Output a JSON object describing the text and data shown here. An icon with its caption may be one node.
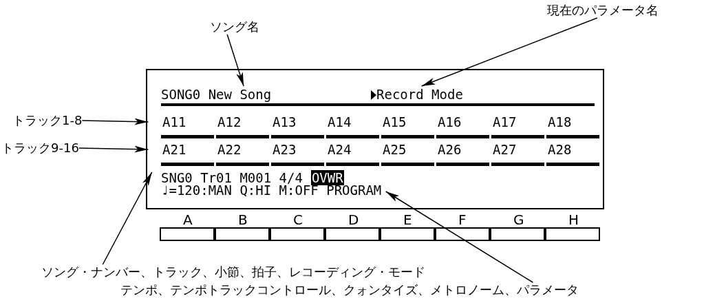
{
  "diagram": {
    "nodes": [
      {
        "text": [
          "ソング名"
        ]
      },
      {
        "text": [
          "現在のパラメータ名"
        ]
      },
      {
        "text": [
          "トラック1-8"
        ]
      },
      {
        "text": [
          "トラック9-16"
        ]
      },
      {
        "text": [],
        "shape": "box"
      },
      {
        "text": [
          "SONG0 New Song"
        ],
        "in": 4
      },
      {
        "text": [
          "Record Mode"
        ],
        "in": 4
      },
      {
        "text": [
          "A11"
        ],
        "in": 4
      },
      {
        "text": [
          "A12"
        ],
        "in": 4
      },
      {
        "text": [
          "A13"
        ],
        "in": 4
      },
      {
        "text": [
          "A14"
        ],
        "in": 4
      },
      {
        "text": [
          "A15"
        ],
        "in": 4
      },
      {
        "text": [
          "A16"
        ],
        "in": 4
      },
      {
        "text": [
          "A17"
        ],
        "in": 4
      },
      {
        "text": [
          "A18"
        ],
        "in": 4
      },
      {
        "text": [
          "A21"
        ],
        "in": 4
      },
      {
        "text": [
          "A22"
        ],
        "in": 4
      },
      {
        "text": [
          "A23"
        ],
        "in": 4
      },
      {
        "text": [
          "A24"
        ],
        "in": 4
      },
      {
        "text": [
          "A25"
        ],
        "in": 4
      },
      {
        "text": [
          "A26"
        ],
        "in": 4
      },
      {
        "text": [
          "A27"
        ],
        "in": 4
      },
      {
        "text": [
          "A28"
        ],
        "in": 4
      },
      {
        "text": [
          "SNG0 Tr01 M001 4/4",
          "OVWR"
        ],
        "in": 4
      },
      {
        "text": [
          "♩=120:MAN Q:HI M:OFF PROGRAM"
        ],
        "in": 4
      },
      {
        "text": [],
        "shape": "box",
        "beside": [
          "A"
        ]
      },
      {
        "text": [],
        "shape": "box",
        "beside": [
          "B"
        ]
      },
      {
        "text": [],
        "shape": "box",
        "beside": [
          "C"
        ]
      },
      {
        "text": [],
        "shape": "box",
        "beside": [
          "D"
        ]
      },
      {
        "text": [],
        "shape": "box",
        "beside": [
          "E"
        ]
      },
      {
        "text": [],
        "shape": "box",
        "beside": [
          "F"
        ]
      },
      {
        "text": [],
        "shape": "box",
        "beside": [
          "G"
        ]
      },
      {
        "text": [],
        "shape": "box",
        "beside": [
          "H"
        ]
      },
      {
        "text": [
          "ソング・ナンバー、トラック、小節、拍子、レコーディング・モード"
        ]
      },
      {
        "text": [
          "テンポ、テンポトラックコントロール、クォンタイズ、メトロノーム、パラメータ"
        ]
      }
    ],
    "edges": [
      {
        "from": 0,
        "to": 5,
        "arrow": "to"
      },
      {
        "from": 1,
        "to": 6,
        "arrow": "to"
      },
      {
        "from": 2,
        "to": 7,
        "arrow": "to"
      },
      {
        "from": 3,
        "to": 15,
        "arrow": "to"
      },
      {
        "from": 33,
        "to": 23,
        "arrow": "to"
      },
      {
        "from": 34,
        "to": 24,
        "arrow": "to"
      }
    ]
  }
}
